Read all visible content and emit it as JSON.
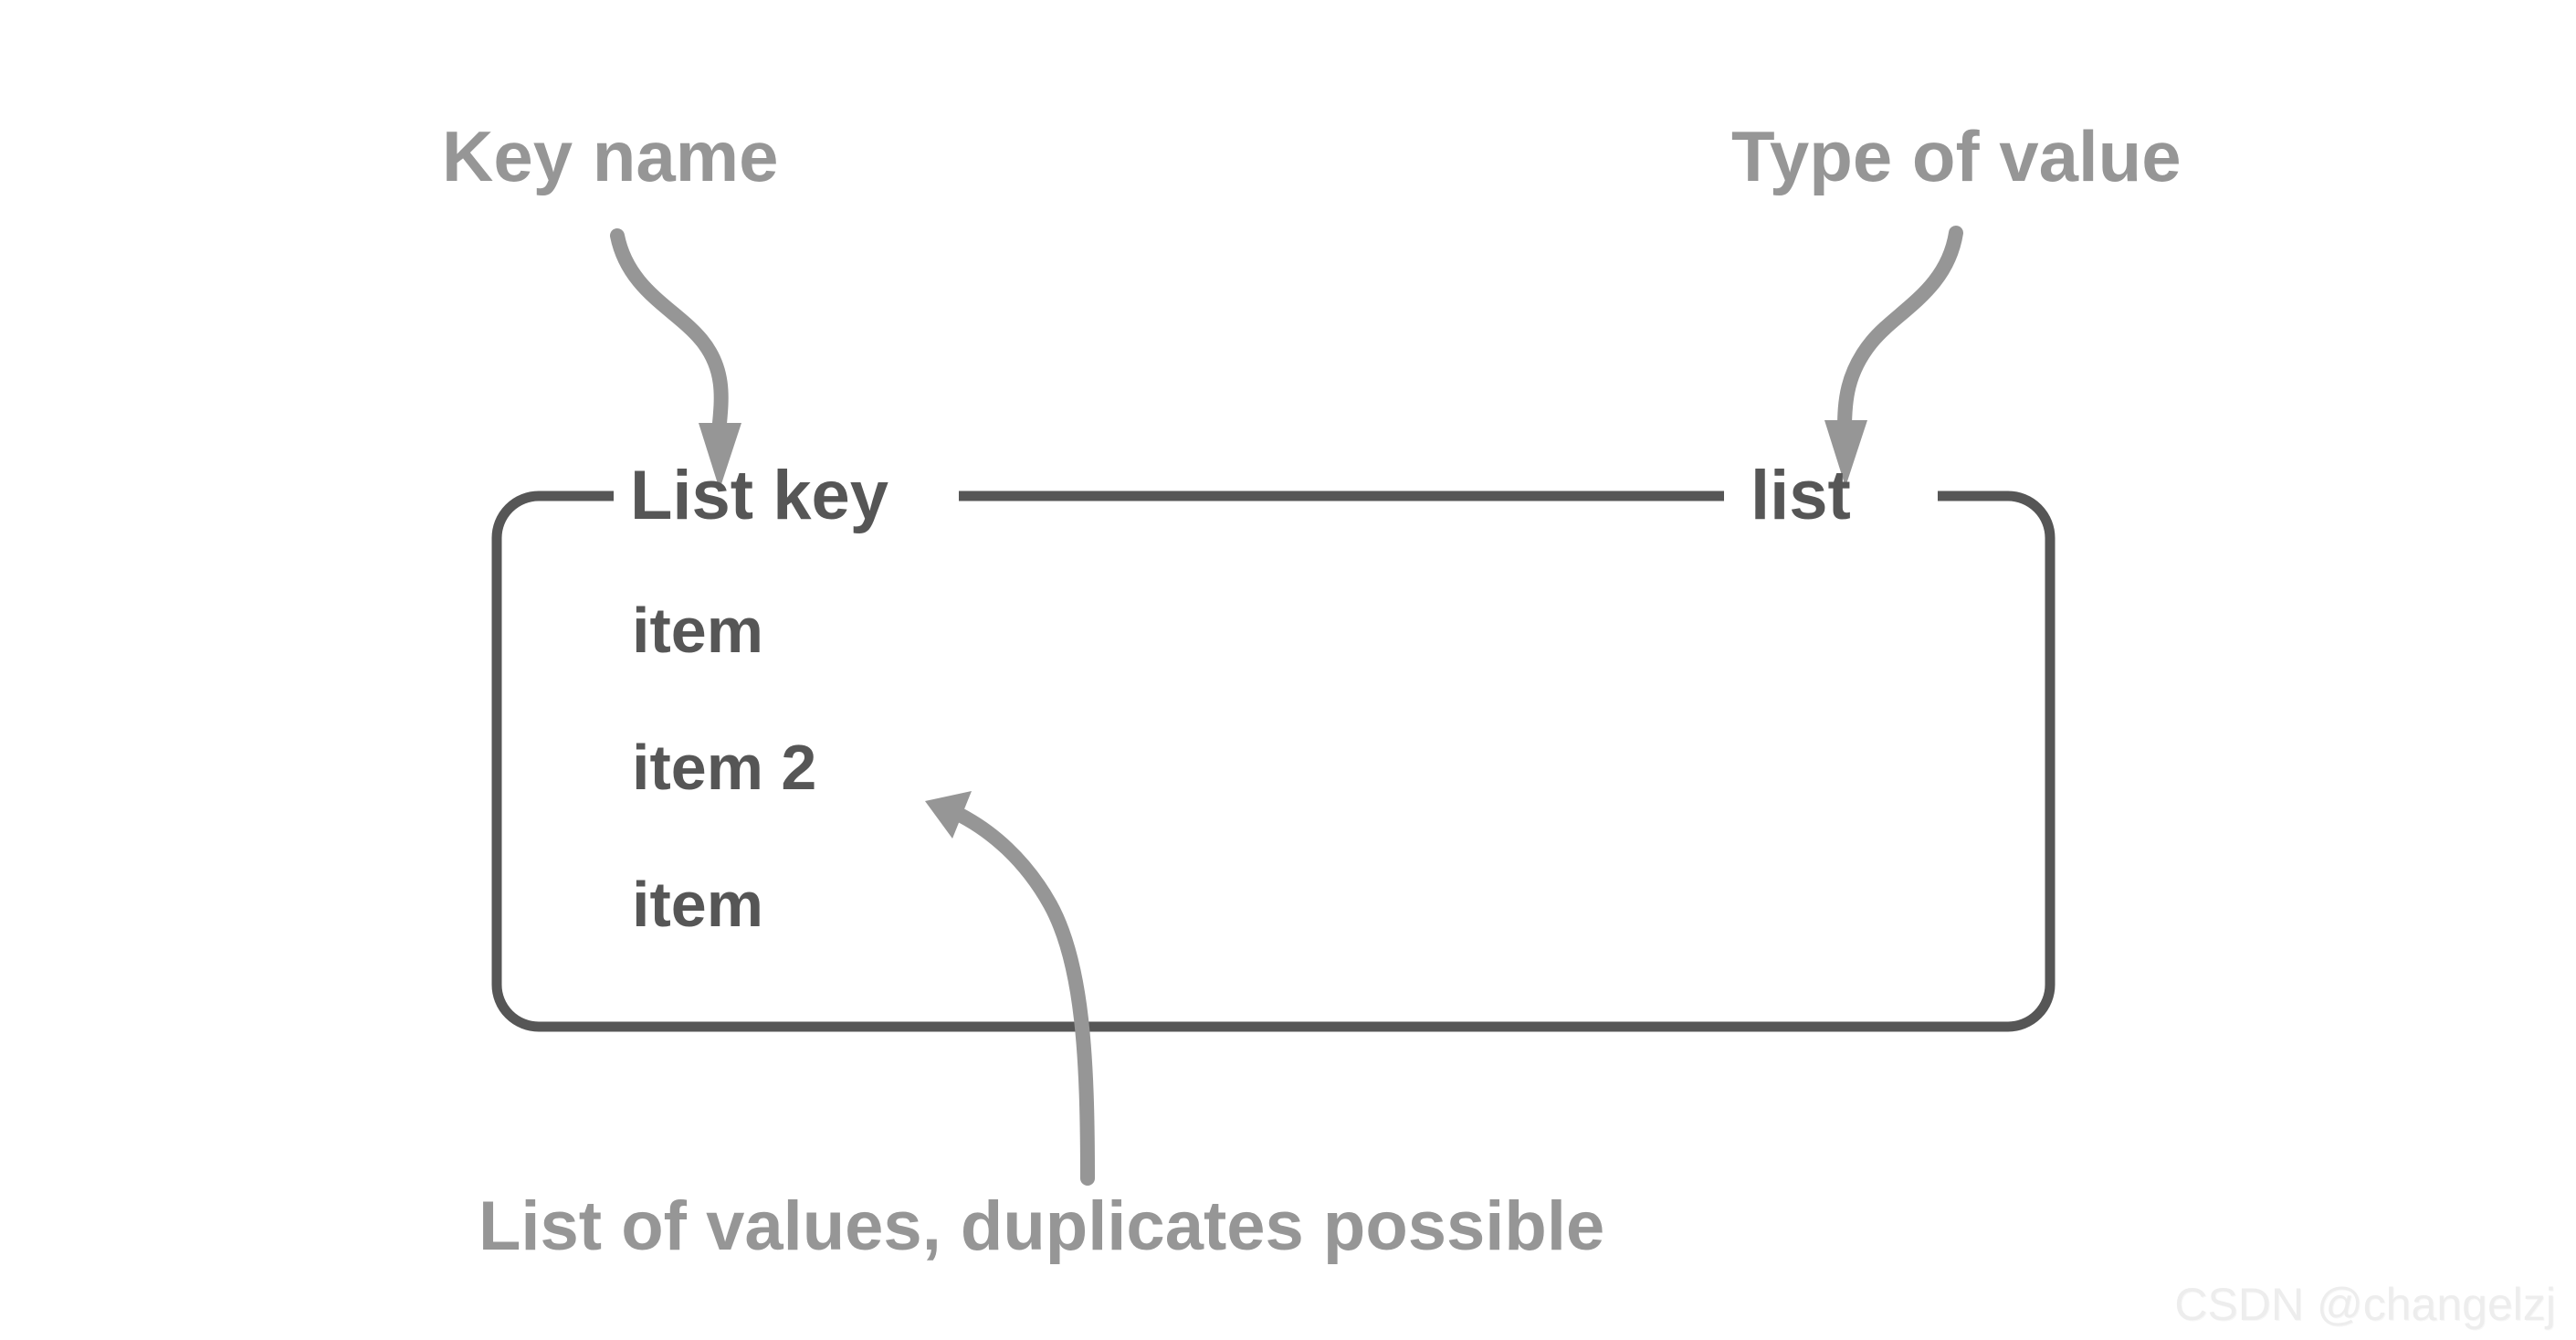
{
  "diagram": {
    "title_key": "List key",
    "title_type": "list",
    "items": [
      "item",
      "item 2",
      "item"
    ],
    "annotations": [
      {
        "id": "key-name",
        "text": "Key name"
      },
      {
        "id": "type-of-value",
        "text": "Type of value"
      },
      {
        "id": "list-of-values",
        "text": "List of values, duplicates possible"
      }
    ],
    "colors": {
      "box_border": "#565656",
      "box_text": "#565656",
      "annotation_text": "#969696",
      "arrow": "#969696",
      "background": "#ffffff",
      "watermark": "#ededed"
    }
  },
  "watermark": {
    "text": "CSDN @changelzj"
  }
}
